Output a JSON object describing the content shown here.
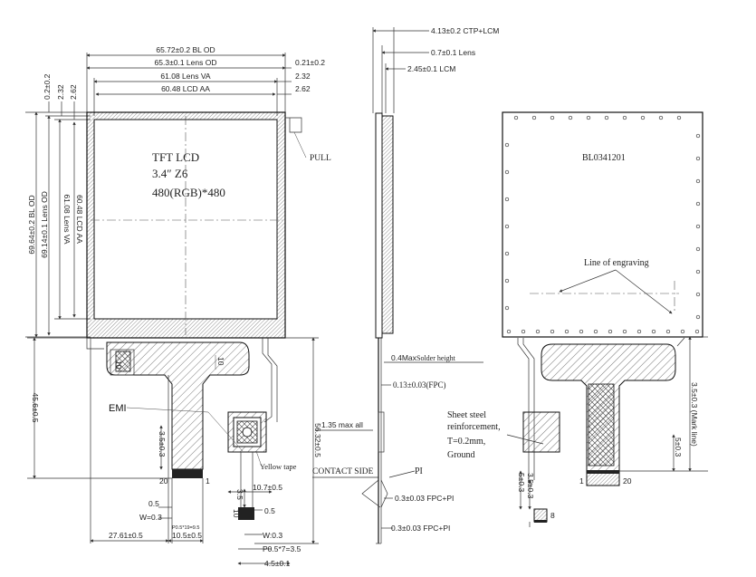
{
  "colors": {
    "line": "#333333",
    "hatch": "#555555",
    "paper": "#ffffff"
  },
  "front": {
    "dims_top": [
      "65.72±0.2 BL OD",
      "65.3±0.1 Lens OD",
      "61.08 Lens VA",
      "60.48 LCD AA"
    ],
    "dims_right": [
      "0.21±0.2",
      "2.32",
      "2.62"
    ],
    "dims_left_small": [
      "0.2±0.2",
      "2.32",
      "2.62"
    ],
    "dims_vertical": [
      "69.64±0.2 BL OD",
      "69.14±0.1 Lens OD",
      "61.08 Lens VA",
      "60.48 LCD AA"
    ],
    "lcd_text": [
      "TFT LCD",
      "3.4″ Z6",
      "480(RGB)*480"
    ],
    "pull": "PULL",
    "emi": "EMI",
    "yellow_tape": "Yellow tape",
    "dim_45": "45.6±0.5",
    "dim_56": "56.32±0.5",
    "dim_35": "3.5±0.3",
    "dim_10": "10",
    "dim_20": "20",
    "pin1": "1",
    "dim_05": "0.5",
    "dim_w": "W=0.3",
    "dim_pitch_small": "P0.5*19=9.5",
    "dim_2761": "27.61±0.5",
    "dim_105": "10.5±0.5",
    "dim_107": "10.7±0.5",
    "dim_35b": "3.5",
    "dim_05b": "0.5",
    "dim_10b": "10",
    "dim_w2": "W:0.3",
    "dim_p7": "P0.5*7=3.5",
    "dim_45b": "4.5±0.1"
  },
  "side": {
    "dims": [
      "4.13±0.2 CTP+LCM",
      "0.7±0.1 Lens",
      "2.45±0.1 LCM"
    ],
    "solder_max": "0.4Max",
    "solder": "Solder height",
    "fpc_thick": "0.13±0.03(FPC)",
    "max_all": "1.35 max all",
    "contact": "CONTACT SIDE",
    "pi": "PI",
    "fpc_pi_1": "0.3±0.03 FPC+PI",
    "fpc_pi_2": "0.3±0.03 FPC+PI"
  },
  "back": {
    "code": "BL0341201",
    "engraving": "Line of engraving",
    "steel": [
      "Sheet steel",
      "reinforcement,",
      "T=0.2mm,",
      "Ground"
    ],
    "mark_line": "3.5±0.3 (Mark line)",
    "dim_5": "5±0.3",
    "dim_20": "20",
    "pin1": "1",
    "dim_35": "3.5±0.3",
    "dim_5b": "5±0.3",
    "dim_8": "8"
  }
}
